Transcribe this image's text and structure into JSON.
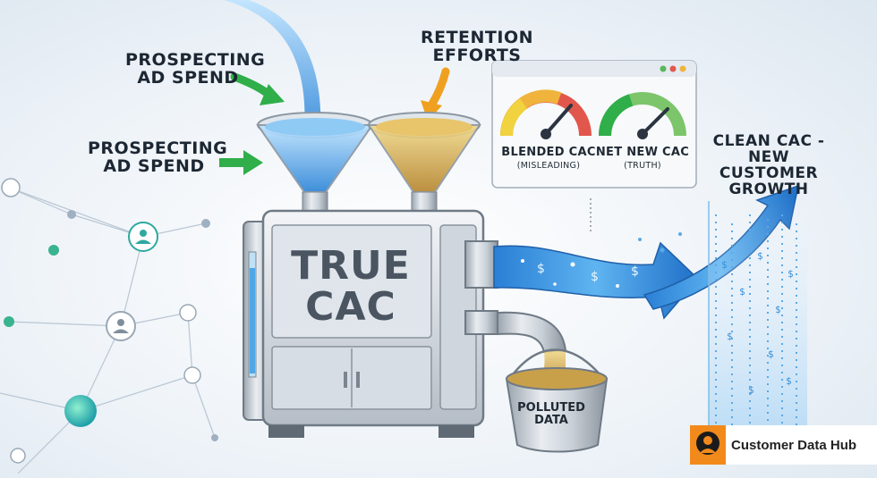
{
  "labels": {
    "prospecting_top": [
      "PROSPECTING",
      "AD SPEND"
    ],
    "prospecting_side": [
      "PROSPECTING",
      "AD SPEND"
    ],
    "retention": [
      "RETENTION",
      "EFFORTS"
    ],
    "clean_cac": [
      "CLEAN CAC -",
      "NEW CUSTOMER",
      "GROWTH"
    ]
  },
  "machine": {
    "title_line1": "TRUE",
    "title_line2": "CAC"
  },
  "gauges": {
    "blended": {
      "label": "BLENDED CAC",
      "sublabel": "(MISLEADING)"
    },
    "net_new": {
      "label": "NET NEW CAC",
      "sublabel": "(TRUTH)"
    }
  },
  "bucket": {
    "label": [
      "POLLUTED",
      "DATA"
    ]
  },
  "brand": {
    "name": "Customer Data Hub"
  },
  "colors": {
    "clean_stream": "#3b8fe0",
    "polluted_stream": "#c79a3b",
    "arrow_green": "#2fae4a",
    "arrow_orange": "#f0a020",
    "brand_orange": "#f28a1b"
  }
}
